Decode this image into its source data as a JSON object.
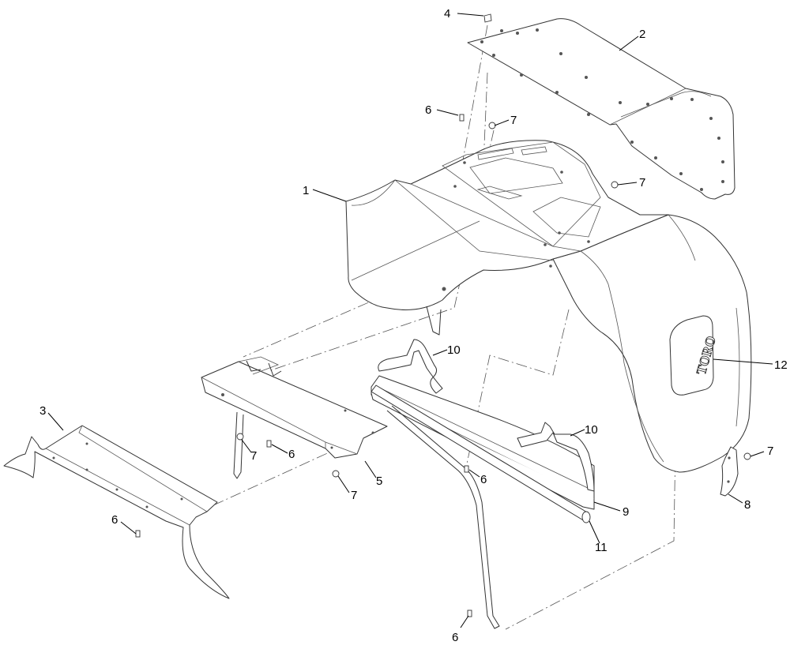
{
  "callouts": [
    {
      "id": "c4",
      "label": "4"
    },
    {
      "id": "c2",
      "label": "2"
    },
    {
      "id": "c6a",
      "label": "6"
    },
    {
      "id": "c7a",
      "label": "7"
    },
    {
      "id": "c1",
      "label": "1"
    },
    {
      "id": "c7b",
      "label": "7"
    },
    {
      "id": "c10a",
      "label": "10"
    },
    {
      "id": "c12",
      "label": "12"
    },
    {
      "id": "c3",
      "label": "3"
    },
    {
      "id": "c7c",
      "label": "7"
    },
    {
      "id": "c6b",
      "label": "6"
    },
    {
      "id": "c10b",
      "label": "10"
    },
    {
      "id": "c7d",
      "label": "7"
    },
    {
      "id": "c7e",
      "label": "7"
    },
    {
      "id": "c5",
      "label": "5"
    },
    {
      "id": "c6c",
      "label": "6"
    },
    {
      "id": "c9",
      "label": "9"
    },
    {
      "id": "c8",
      "label": "8"
    },
    {
      "id": "c6d",
      "label": "6"
    },
    {
      "id": "c11",
      "label": "11"
    },
    {
      "id": "c6e",
      "label": "6"
    }
  ],
  "logo_text": "TORO",
  "colors": {
    "line": "#333333",
    "background": "#ffffff"
  }
}
